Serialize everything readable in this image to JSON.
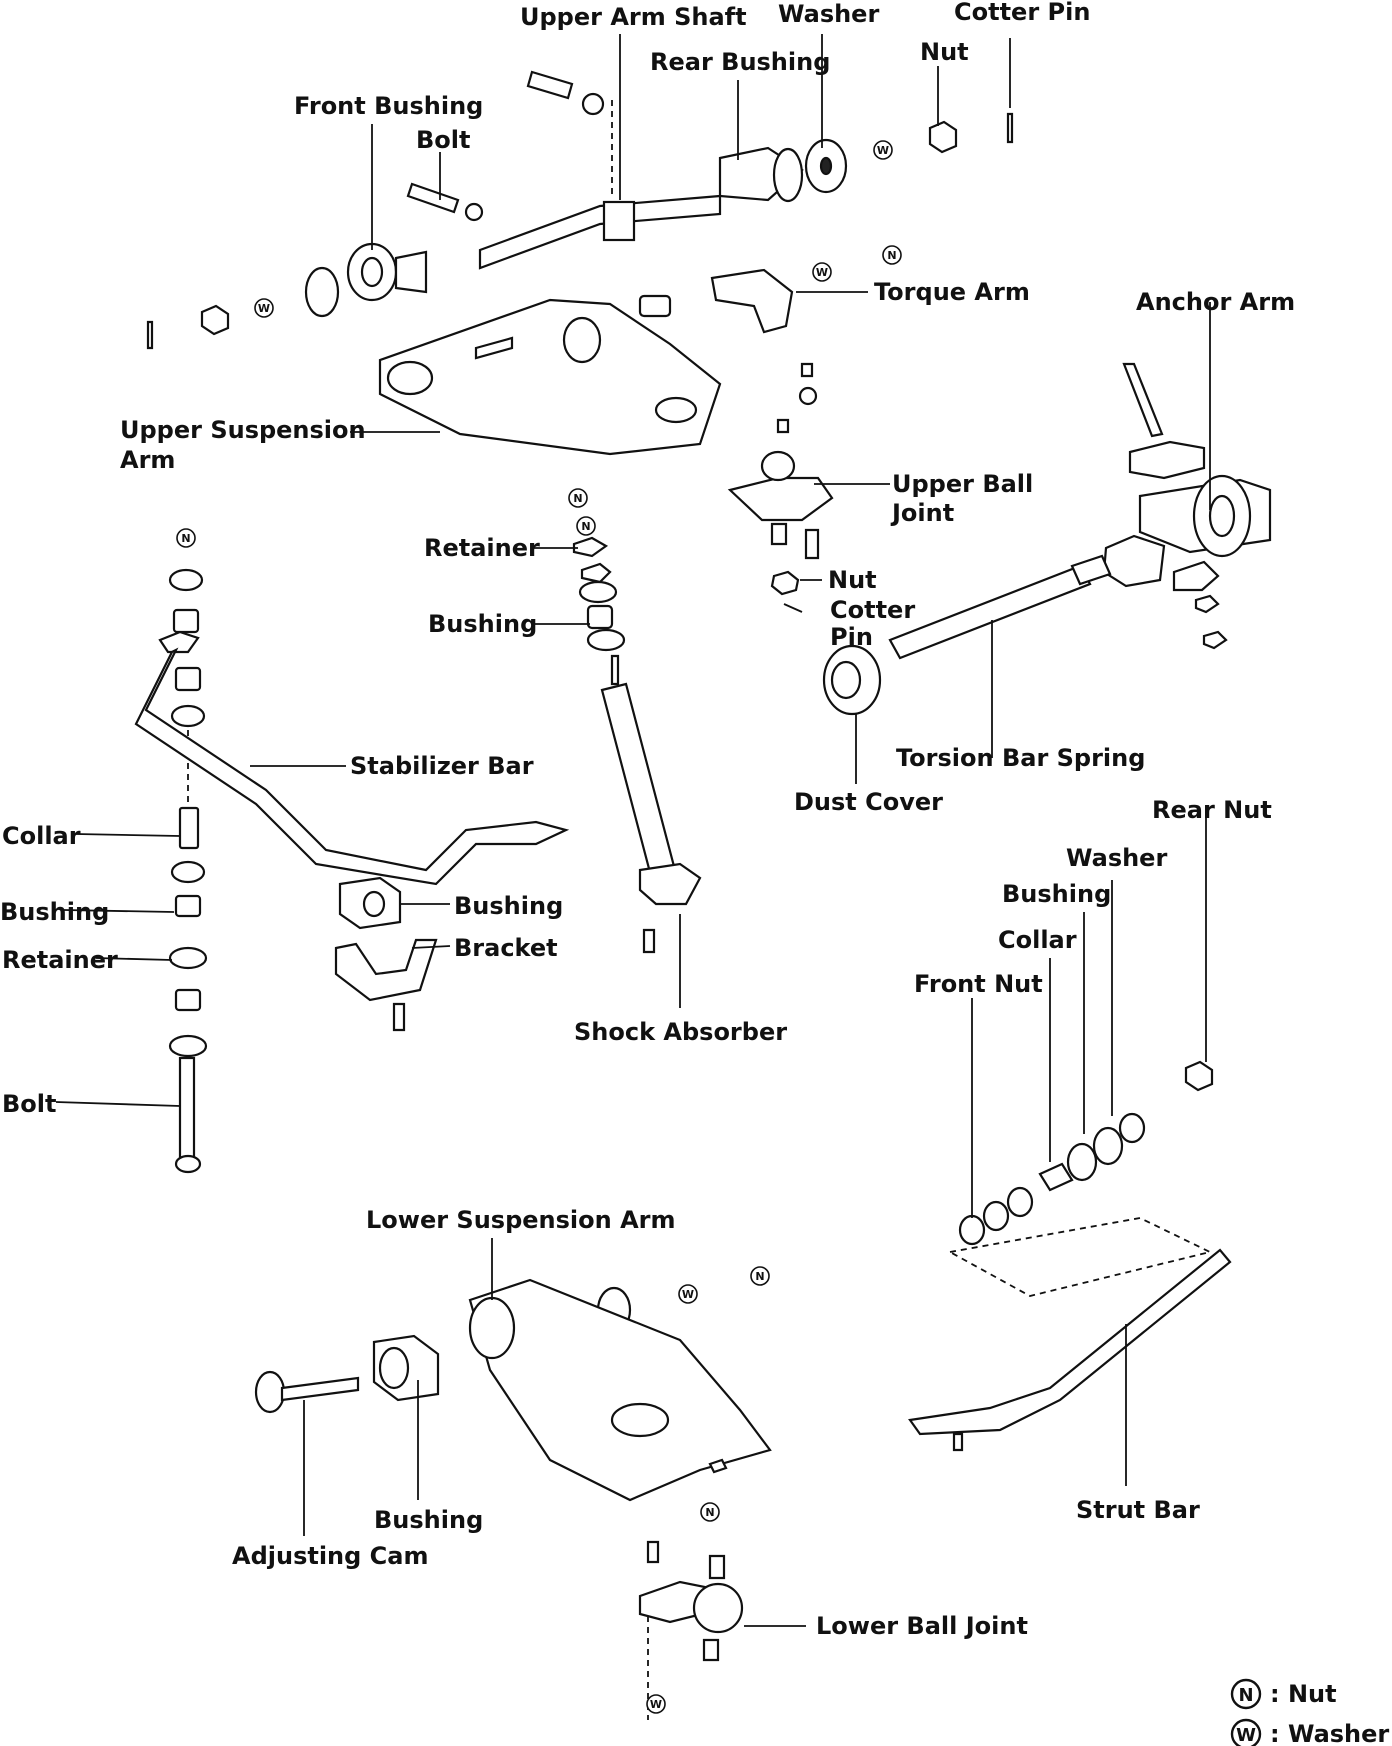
{
  "labels": {
    "upper_arm_shaft": "Upper Arm Shaft",
    "washer_top": "Washer",
    "cotter_pin_top": "Cotter Pin",
    "nut_top": "Nut",
    "rear_bushing": "Rear Bushing",
    "front_bushing": "Front Bushing",
    "bolt_top": "Bolt",
    "torque_arm": "Torque Arm",
    "anchor_arm": "Anchor Arm",
    "upper_suspension_arm_1": "Upper Suspension",
    "upper_suspension_arm_2": "Arm",
    "upper_ball_joint_1": "Upper Ball",
    "upper_ball_joint_2": "Joint",
    "retainer_mid": "Retainer",
    "bushing_mid": "Bushing",
    "nut_mid": "Nut",
    "cotter_pin_mid_1": "Cotter",
    "cotter_pin_mid_2": "Pin",
    "stabilizer_bar": "Stabilizer Bar",
    "torsion_bar_spring": "Torsion Bar Spring",
    "dust_cover": "Dust Cover",
    "rear_nut": "Rear Nut",
    "collar_left": "Collar",
    "washer_right": "Washer",
    "bushing_right": "Bushing",
    "bushing_left": "Bushing",
    "bushing_bracket": "Bushing",
    "bracket": "Bracket",
    "retainer_left": "Retainer",
    "collar_right": "Collar",
    "front_nut": "Front Nut",
    "shock_absorber": "Shock Absorber",
    "bolt_left": "Bolt",
    "lower_suspension_arm": "Lower Suspension Arm",
    "bushing_lower": "Bushing",
    "adjusting_cam": "Adjusting Cam",
    "strut_bar": "Strut Bar",
    "lower_ball_joint": "Lower Ball Joint"
  },
  "symbols": {
    "nut": "N",
    "washer": "W"
  },
  "legend": {
    "nut": ": Nut",
    "washer": ": Washer"
  }
}
